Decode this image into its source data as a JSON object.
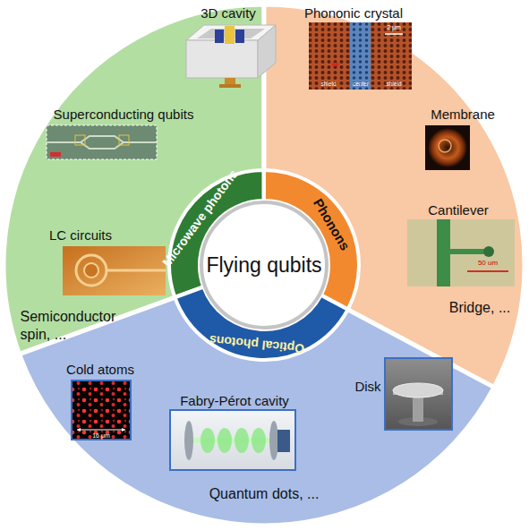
{
  "diagram": {
    "nodes": [
      {
        "text": [
          "Flying qubits"
        ]
      },
      {
        "text": [
          "Microwave photons",
          "Semiconductor spin, ..."
        ]
      },
      {
        "text": [
          "3D cavity"
        ],
        "in": 1
      },
      {
        "text": [
          "Superconducting qubits"
        ],
        "in": 1
      },
      {
        "text": [
          "LC circuits"
        ],
        "in": 1
      },
      {
        "text": [
          "Phonons",
          "Bridge, ..."
        ]
      },
      {
        "text": [
          "Phononic crystal"
        ],
        "in": 5
      },
      {
        "text": [
          "Membrane"
        ],
        "in": 5
      },
      {
        "text": [
          "Cantilever"
        ],
        "in": 5
      },
      {
        "text": [
          "Optical photons",
          "Quantum dots, ..."
        ]
      },
      {
        "text": [
          "Cold atoms"
        ],
        "in": 9
      },
      {
        "text": [
          "Fabry-Pérot cavity"
        ],
        "in": 9
      },
      {
        "text": [
          "Disk"
        ],
        "in": 9
      }
    ],
    "labels": [
      "2 μm",
      "shield",
      "center",
      "shield",
      "50 um",
      "16 μm"
    ]
  }
}
